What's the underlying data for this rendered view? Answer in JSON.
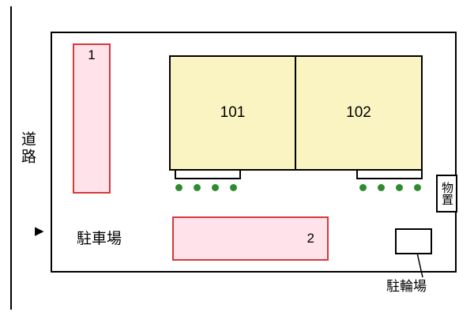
{
  "plan": {
    "road_label": "道路",
    "entrance_arrow": "▶",
    "parking_label": "駐車場",
    "bike_parking_label": "駐輪場",
    "storage_label": "物置",
    "spaces": {
      "space1": "1",
      "space2": "2"
    },
    "units": {
      "unit101": "101",
      "unit102": "102"
    }
  },
  "colors": {
    "space_fill": "#ffe2ea",
    "space_border": "#d43a3a",
    "building_fill": "#f9f4c2",
    "bush": "#2e8b2e",
    "line": "#000000"
  }
}
